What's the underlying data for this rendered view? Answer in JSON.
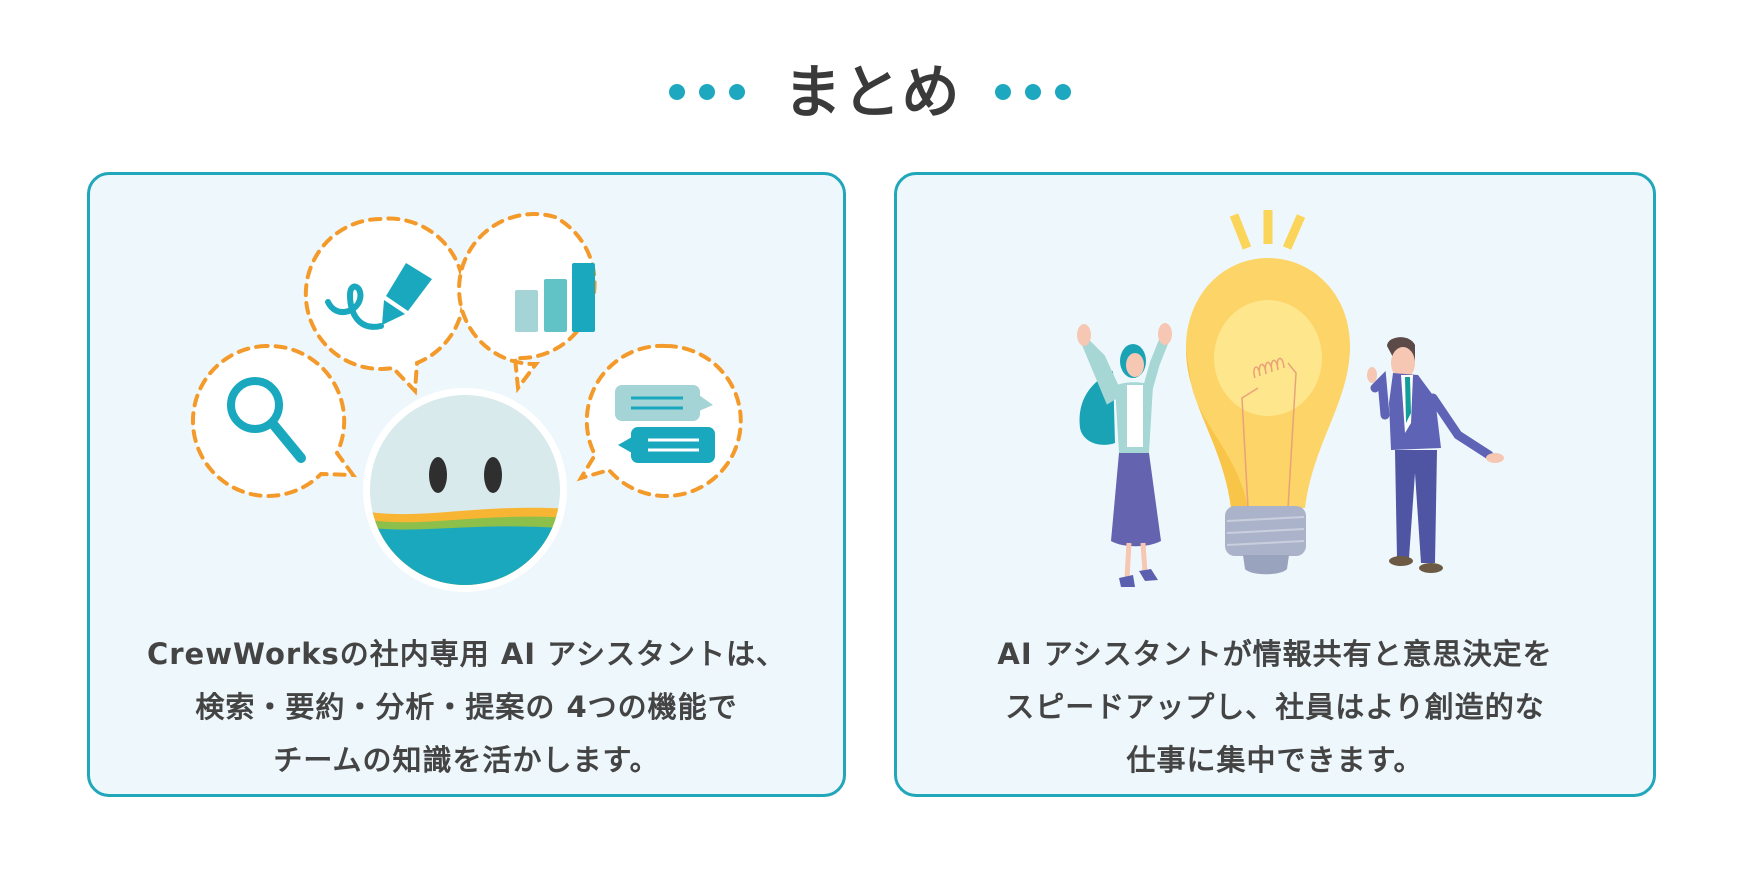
{
  "header": {
    "title": "まとめ",
    "decoration": "three-dots",
    "accent_color": "#1ea8bf"
  },
  "cards": [
    {
      "illustration": "ai-assistant-mascot-with-bubbles",
      "bubble_icons": [
        "search-icon",
        "pen-signature-icon",
        "bar-chart-icon",
        "chat-bubbles-icon"
      ],
      "lines": [
        "CrewWorksの社内専用 AI アシスタントは、",
        "検索・要約・分析・提案の 4つの機能で",
        "チームの知識を活かします。"
      ]
    },
    {
      "illustration": "lightbulb-with-two-people",
      "lines": [
        "AI アシスタントが情報共有と意思決定を",
        "スピードアップし、社員はより創造的な",
        "仕事に集中できます。"
      ]
    }
  ],
  "colors": {
    "card_border": "#21a6ba",
    "card_background": "#eef8fc",
    "bubble_dash": "#f39a2b",
    "text": "#444444"
  }
}
